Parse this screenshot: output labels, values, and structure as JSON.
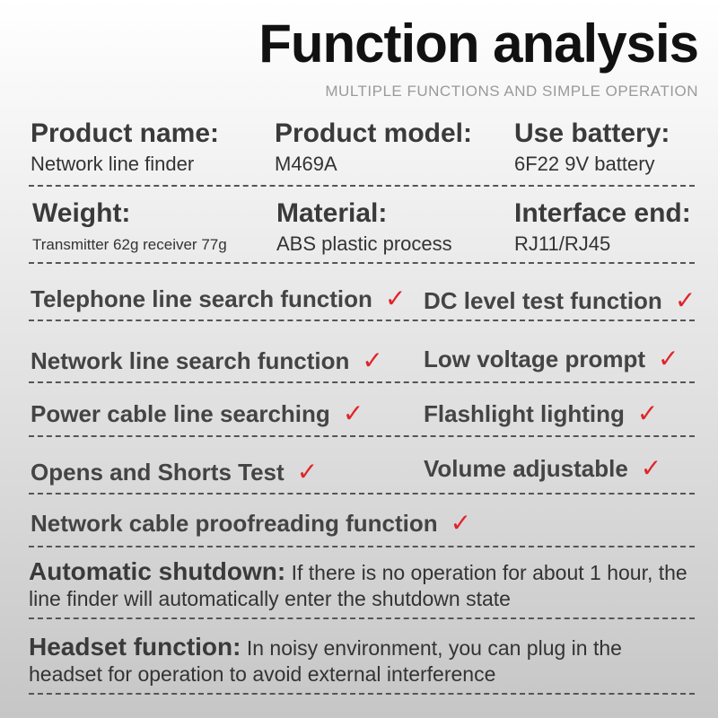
{
  "header": {
    "title": "Function analysis",
    "subtitle": "MULTIPLE FUNCTIONS AND SIMPLE OPERATION"
  },
  "specs": [
    {
      "label": "Product name:",
      "value": "Network line finder"
    },
    {
      "label": "Product model:",
      "value": "M469A"
    },
    {
      "label": "Use battery:",
      "value": "6F22 9V battery"
    },
    {
      "label": "Weight:",
      "value": "Transmitter 62g receiver 77g"
    },
    {
      "label": "Material:",
      "value": "ABS plastic process"
    },
    {
      "label": "Interface end:",
      "value": "RJ11/RJ45"
    }
  ],
  "features": [
    "Telephone line search function",
    "DC level test function",
    "Network line search function",
    "Low voltage prompt",
    "Power cable line searching",
    "Flashlight lighting",
    "Opens and Shorts Test",
    "Volume adjustable",
    "Network cable proofreading function"
  ],
  "check_mark": "✓",
  "accent_color": "#e0242a",
  "notes": [
    {
      "label": "Automatic shutdown:",
      "text": "If there is no operation for about 1 hour, the line finder will automatically enter the shutdown state"
    },
    {
      "label": "Headset function:",
      "text": "In noisy environment, you can plug in the headset for operation to avoid external interference"
    }
  ]
}
